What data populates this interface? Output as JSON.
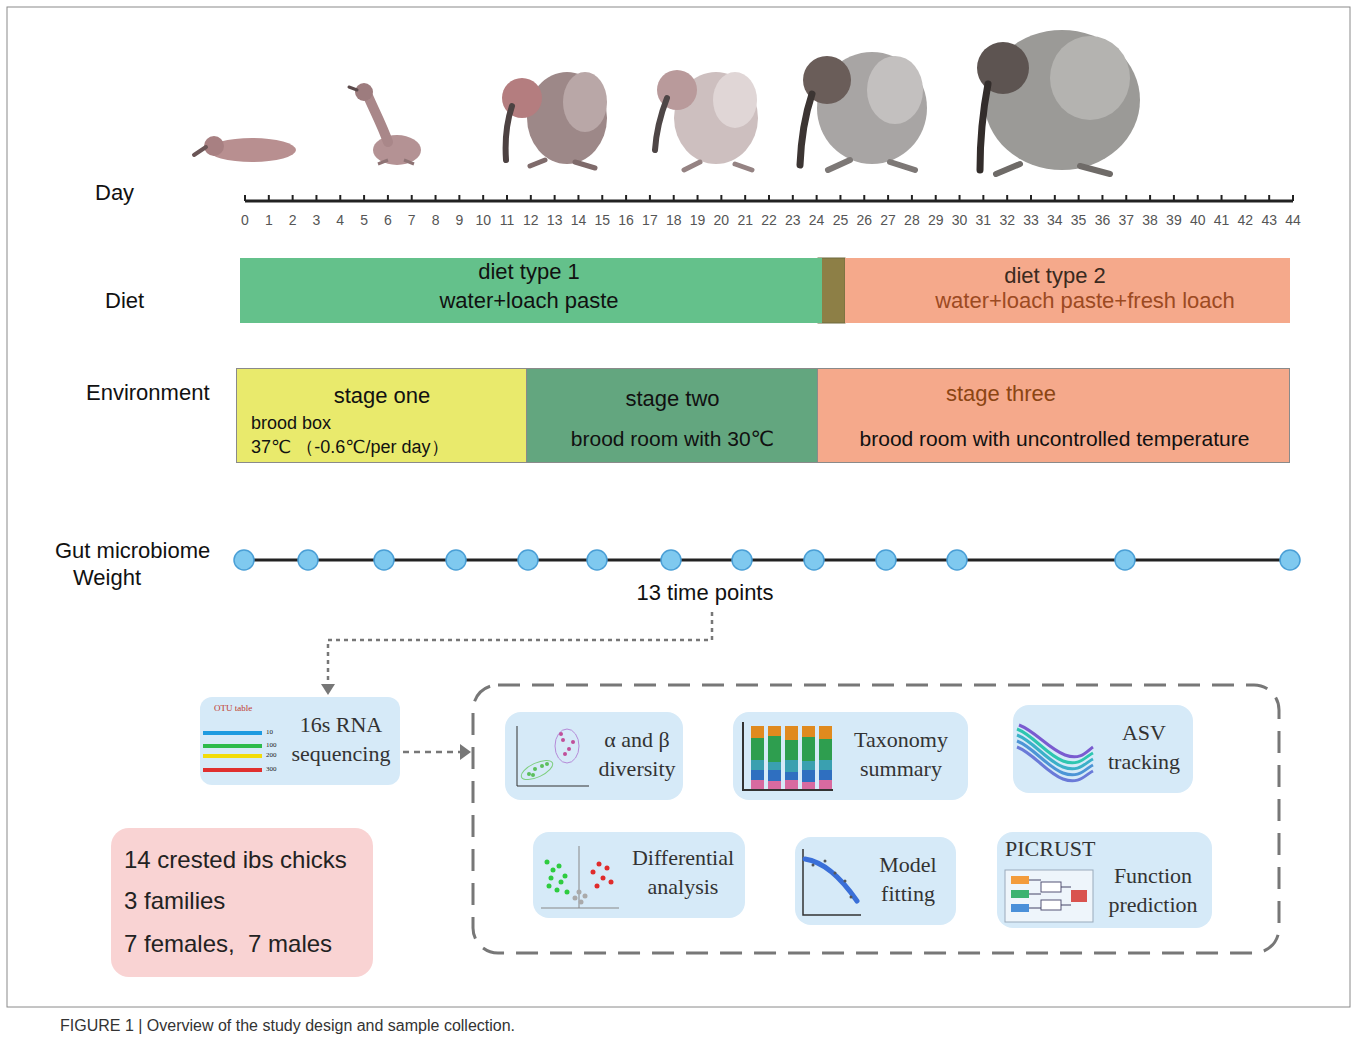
{
  "diagram": {
    "caption": "FIGURE 1 | Overview of the study design and sample collection.",
    "nodes": [
      {
        "text": [
          "diet type 1",
          "water+loach paste"
        ]
      },
      {
        "text": [
          "diet type 2",
          "water+loach paste+fresh loach"
        ]
      },
      {
        "text": [
          "stage one",
          "brood box",
          "37℃ （-0.6℃/per day）"
        ]
      },
      {
        "text": [
          "stage two",
          "brood room with 30℃"
        ]
      },
      {
        "text": [
          "stage three",
          "brood room with uncontrolled temperature"
        ]
      },
      {
        "text": [
          "OTU table",
          "10",
          "100",
          "200",
          "300",
          "16s RNA sequencing"
        ]
      },
      {
        "text": [
          "α and β diversity"
        ]
      },
      {
        "text": [
          "Taxonomy summary"
        ]
      },
      {
        "text": [
          "ASV tracking"
        ]
      },
      {
        "text": [
          "Differential analysis"
        ]
      },
      {
        "text": [
          "Model fitting"
        ]
      },
      {
        "text": [
          "PICRUST",
          "Function prediction"
        ]
      },
      {
        "text": [
          "14 crested ibs chicks",
          "3 families",
          "7 females,  7 males"
        ]
      }
    ],
    "labels": [
      "Day",
      "0",
      "1",
      "2",
      "3",
      "4",
      "5",
      "6",
      "7",
      "8",
      "9",
      "10",
      "11",
      "12",
      "13",
      "14",
      "15",
      "16",
      "17",
      "18",
      "19",
      "20",
      "21",
      "22",
      "23",
      "24",
      "25",
      "26",
      "27",
      "28",
      "29",
      "30",
      "31",
      "32",
      "33",
      "34",
      "35",
      "36",
      "37",
      "38",
      "39",
      "40",
      "41",
      "42",
      "43",
      "44",
      "Diet",
      "Environment",
      "Gut microbiome",
      "Weight",
      "13 time points"
    ]
  }
}
